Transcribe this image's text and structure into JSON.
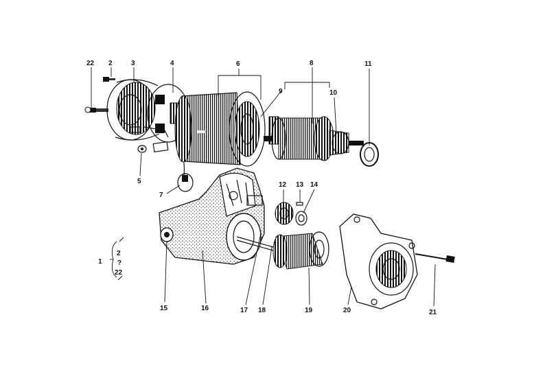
{
  "diagram": {
    "callouts": {
      "c1": "1",
      "c2": "2",
      "c3": "3",
      "c4": "4",
      "c5": "5",
      "c6": "6",
      "c7": "7",
      "c8": "8",
      "c9": "9",
      "c10": "10",
      "c11": "11",
      "c12": "12",
      "c13": "13",
      "c14": "14",
      "c15": "15",
      "c16": "16",
      "c17": "17",
      "c18": "18",
      "c19": "19",
      "c20": "20",
      "c21": "21",
      "c22": "22"
    },
    "group_bracket": {
      "top": "2",
      "middle": "?",
      "bottom": "22"
    }
  }
}
